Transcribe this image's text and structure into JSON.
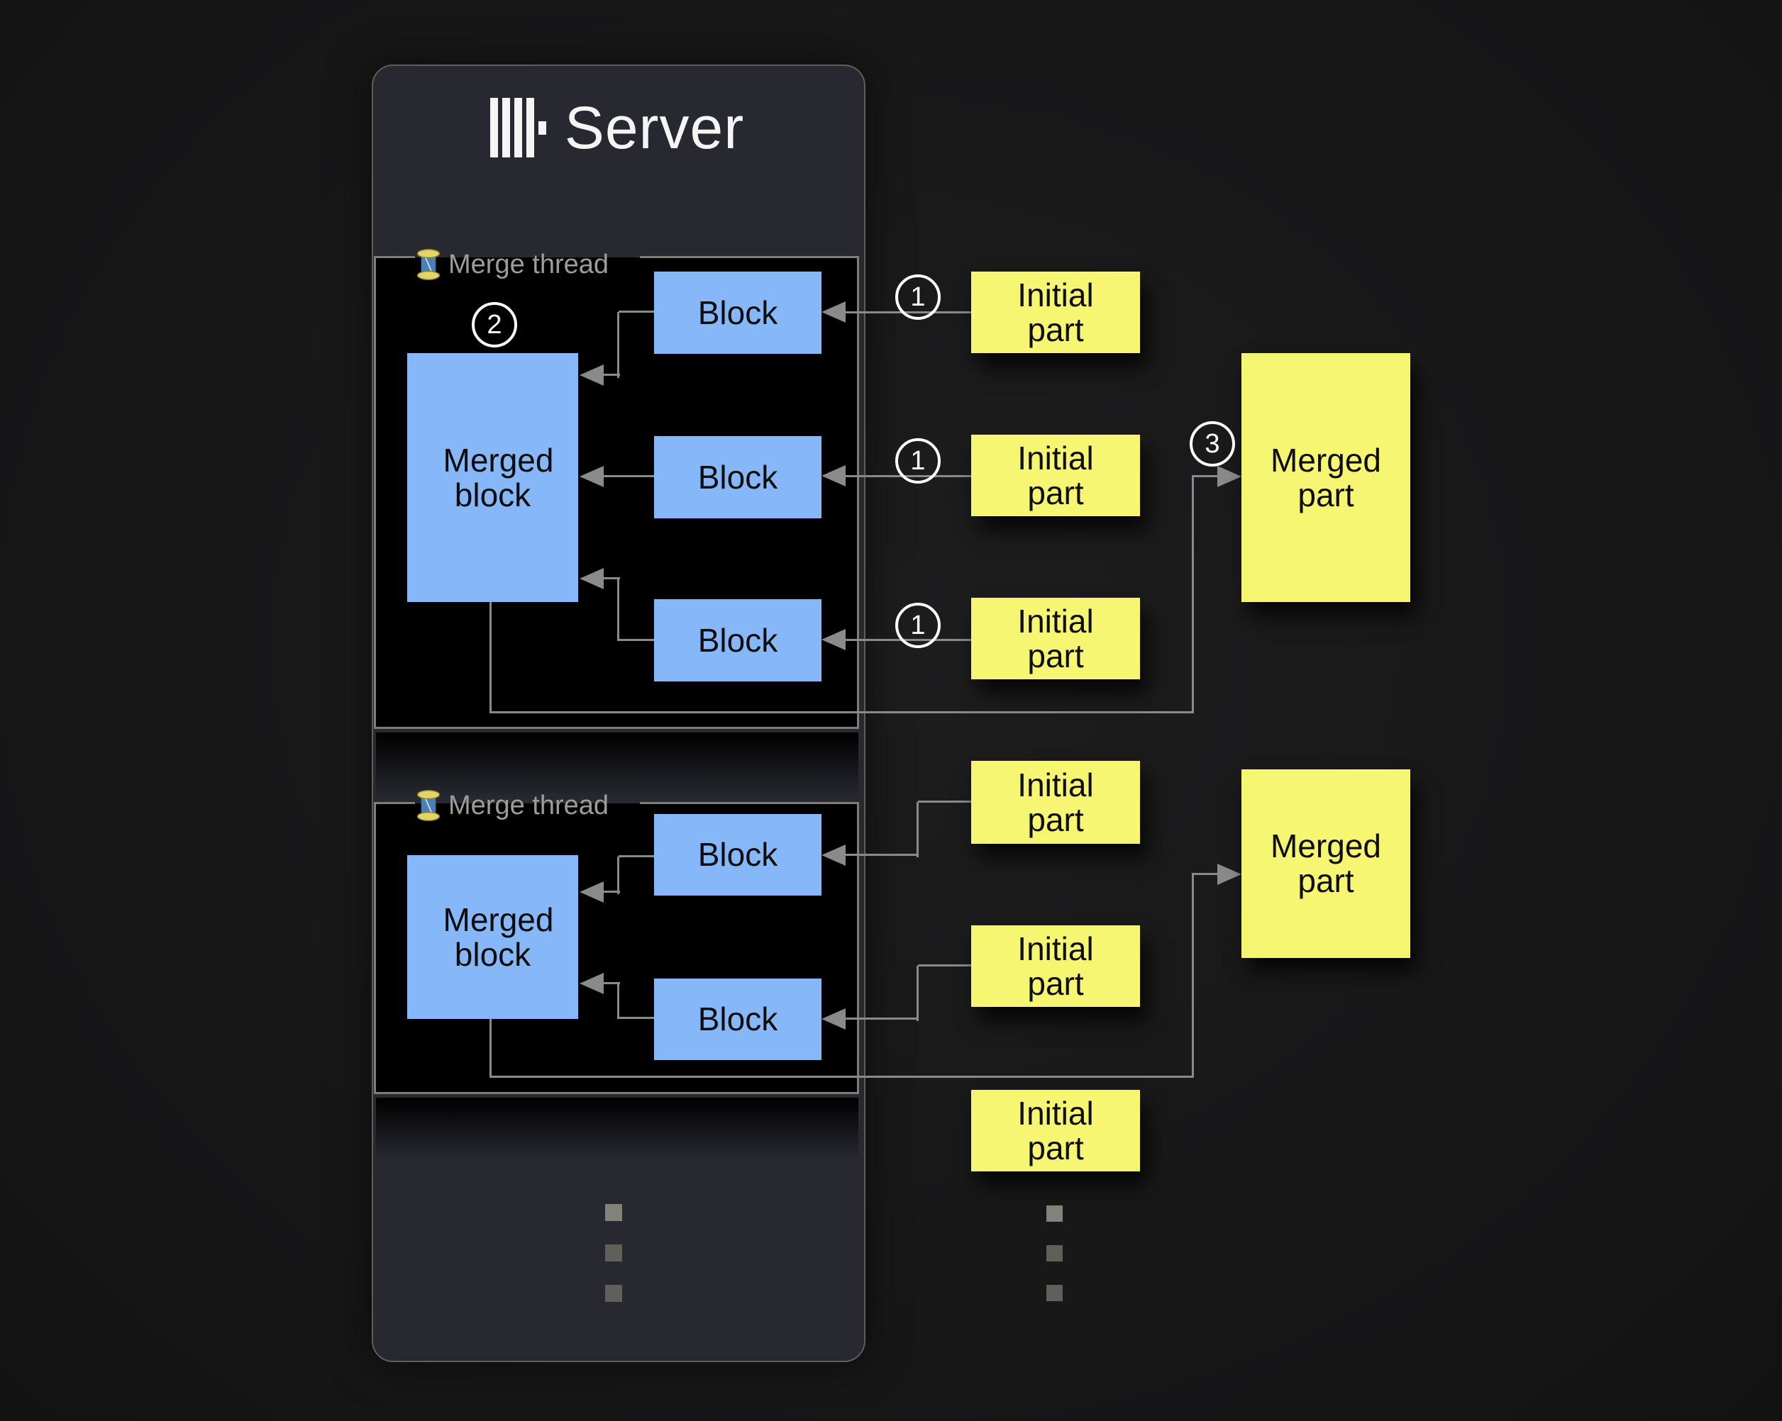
{
  "colors": {
    "panel": "#272830",
    "panel-border": "#5d5e56",
    "section-bg": "#000000",
    "section-border": "#7e7e74",
    "line": "#8a8a8a",
    "label": "#9c9c9c",
    "blue": "#86b7f8",
    "yellow": "#f6f673",
    "text-dark": "#0d0d0d",
    "white": "#f5f5f5",
    "dot": "#60605a",
    "dot-first": "#82827a"
  },
  "server": {
    "title": "Server",
    "logo_icon": "clickhouse-bars-logo"
  },
  "threads": [
    {
      "label": "Merge thread",
      "icon": "thread-spool-icon",
      "merged_block": "Merged block",
      "blocks": [
        "Block",
        "Block",
        "Block"
      ]
    },
    {
      "label": "Merge thread",
      "icon": "thread-spool-icon",
      "merged_block": "Merged block",
      "blocks": [
        "Block",
        "Block"
      ]
    }
  ],
  "initial_parts": [
    "Initial part",
    "Initial part",
    "Initial part",
    "Initial part",
    "Initial part",
    "Initial part"
  ],
  "merged_parts": [
    "Merged part",
    "Merged part"
  ],
  "badges": {
    "one": "1",
    "two": "2",
    "three": "3"
  }
}
